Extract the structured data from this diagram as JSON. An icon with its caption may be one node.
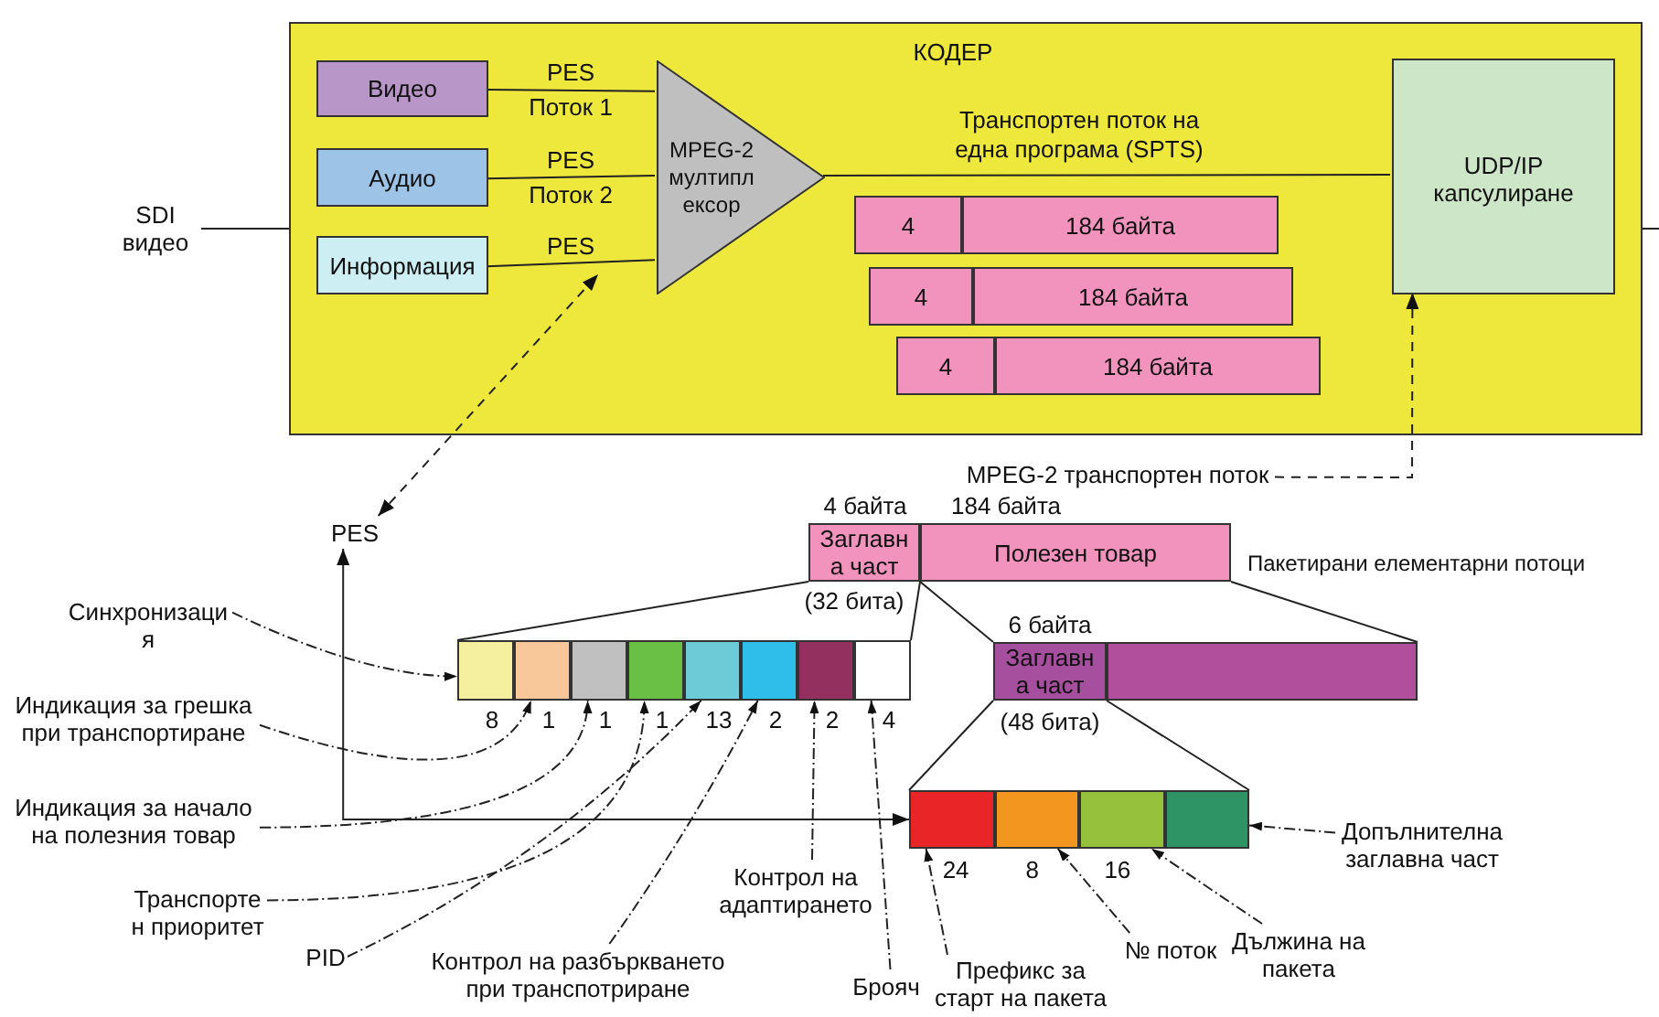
{
  "diagram": {
    "nodes": [
      {
        "text": [
          "КОДЕР"
        ]
      },
      {
        "text": [
          "Видео"
        ],
        "in": 0
      },
      {
        "text": [
          "Аудио"
        ],
        "in": 0
      },
      {
        "text": [
          "Информация"
        ],
        "in": 0
      },
      {
        "text": [
          "MPEG-2 мултипл ексор"
        ],
        "in": 0
      },
      {
        "text": [
          "UDP/IP капсулиране"
        ],
        "in": 0
      },
      {
        "text": [
          "4"
        ],
        "in": 0
      },
      {
        "text": [
          "184 байта"
        ],
        "in": 0
      },
      {
        "text": [
          "4"
        ],
        "in": 0
      },
      {
        "text": [
          "184 байта"
        ],
        "in": 0
      },
      {
        "text": [
          "4"
        ],
        "in": 0
      },
      {
        "text": [
          "184 байта"
        ],
        "in": 0
      },
      {
        "text": [
          "SDI видео"
        ]
      },
      {
        "text": [
          "PES"
        ]
      },
      {
        "text": [
          "MPEG-2 транспортен поток"
        ]
      },
      {
        "text": [
          "Заглавн а част"
        ],
        "beside": [
          "4 байта",
          "(32 бита)"
        ]
      },
      {
        "text": [
          "Полезен товар"
        ],
        "beside": [
          "184 байта"
        ]
      },
      {
        "text": [],
        "shape": "box",
        "beside": [
          "8"
        ]
      },
      {
        "text": [],
        "shape": "box",
        "beside": [
          "1"
        ]
      },
      {
        "text": [],
        "shape": "box",
        "beside": [
          "1"
        ]
      },
      {
        "text": [],
        "shape": "box",
        "beside": [
          "1"
        ]
      },
      {
        "text": [],
        "shape": "box",
        "beside": [
          "13"
        ]
      },
      {
        "text": [],
        "shape": "box",
        "beside": [
          "2"
        ]
      },
      {
        "text": [],
        "shape": "box",
        "beside": [
          "2"
        ]
      },
      {
        "text": [],
        "shape": "box",
        "beside": [
          "4"
        ]
      },
      {
        "text": [
          "Заглавн а част"
        ],
        "beside": [
          "6 байта",
          "(48 бита)"
        ]
      },
      {
        "text": [],
        "shape": "box"
      },
      {
        "text": [],
        "shape": "box",
        "beside": [
          "24"
        ]
      },
      {
        "text": [],
        "shape": "box",
        "beside": [
          "8"
        ]
      },
      {
        "text": [],
        "shape": "box",
        "beside": [
          "16"
        ]
      },
      {
        "text": [],
        "shape": "box"
      },
      {
        "text": [
          "Синхронизаци я"
        ]
      },
      {
        "text": [
          "Индикация за грешка при транспортиране"
        ]
      },
      {
        "text": [
          "Индикация за начало на полезния товар"
        ]
      },
      {
        "text": [
          "Транспорте н приоритет"
        ]
      },
      {
        "text": [
          "PID"
        ]
      },
      {
        "text": [
          "Контрол на разбъркването при транспотриране"
        ]
      },
      {
        "text": [
          "Контрол на адаптирането"
        ]
      },
      {
        "text": [
          "Брояч"
        ]
      },
      {
        "text": [
          "Префикс за старт на пакета"
        ]
      },
      {
        "text": [
          "№ поток"
        ]
      },
      {
        "text": [
          "Дължина на пакета"
        ]
      },
      {
        "text": [
          "Допълнителна заглавна част"
        ]
      }
    ],
    "edges": [
      {
        "from": 1,
        "to": 4,
        "arrow": "none",
        "label": "PES Поток 1"
      },
      {
        "from": 2,
        "to": 4,
        "arrow": "none",
        "label": "PES Поток 2"
      },
      {
        "from": 3,
        "to": 4,
        "arrow": "none",
        "label": "PES"
      },
      {
        "from": 4,
        "to": 5,
        "arrow": "none",
        "label": "Транспортен поток на една програма (SPTS)"
      },
      {
        "from": 12,
        "to": 0,
        "arrow": "none"
      },
      {
        "from": 0,
        "to": null,
        "arrow": "none"
      },
      {
        "from": 13,
        "to": null,
        "arrow": "both",
        "style": "dashed"
      },
      {
        "from": 14,
        "to": 5,
        "arrow": "to",
        "style": "dashed"
      },
      {
        "from": 15,
        "to": 17,
        "arrow": "none"
      },
      {
        "from": 15,
        "to": 24,
        "arrow": "none"
      },
      {
        "from": 16,
        "to": 25,
        "arrow": "none"
      },
      {
        "from": 16,
        "to": 26,
        "arrow": "none"
      },
      {
        "from": 25,
        "to": 27,
        "arrow": "none"
      },
      {
        "from": 25,
        "to": 30,
        "arrow": "none"
      },
      {
        "from": 13,
        "to": 27,
        "arrow": "both"
      },
      {
        "from": 31,
        "to": 17,
        "arrow": "to",
        "style": "dashed"
      },
      {
        "from": 32,
        "to": 18,
        "arrow": "to",
        "style": "dashed"
      },
      {
        "from": 33,
        "to": 19,
        "arrow": "to",
        "style": "dashed"
      },
      {
        "from": 34,
        "to": 20,
        "arrow": "to",
        "style": "dashed"
      },
      {
        "from": 35,
        "to": 21,
        "arrow": "to",
        "style": "dashed"
      },
      {
        "from": 36,
        "to": 22,
        "arrow": "to",
        "style": "dashed"
      },
      {
        "from": 37,
        "to": 23,
        "arrow": "to",
        "style": "dashed"
      },
      {
        "from": 38,
        "to": 24,
        "arrow": "to",
        "style": "dashed"
      },
      {
        "from": 39,
        "to": 27,
        "arrow": "to",
        "style": "dashed"
      },
      {
        "from": 40,
        "to": 28,
        "arrow": "to",
        "style": "dashed"
      },
      {
        "from": 41,
        "to": 29,
        "arrow": "to",
        "style": "dashed"
      },
      {
        "from": 42,
        "to": 30,
        "arrow": "to",
        "style": "dashed"
      }
    ],
    "labels": [
      "Пакетирани елементарни потоци"
    ]
  }
}
